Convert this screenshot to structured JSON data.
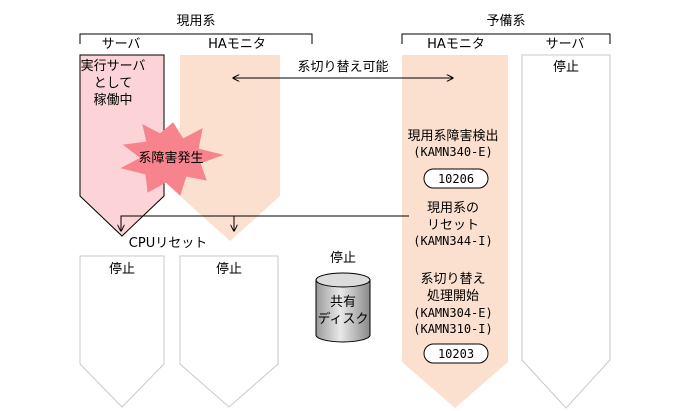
{
  "groups": {
    "active": "現用系",
    "standby": "予備系"
  },
  "columns": {
    "active_server": "サーバ",
    "active_monitor": "HAモニタ",
    "standby_monitor": "HAモニタ",
    "standby_server": "サーバ"
  },
  "active_server_status": [
    "実行サーバ",
    "として",
    "稼働中"
  ],
  "failure_burst": "系障害発生",
  "switchable": "系切り替え可能",
  "standby_server_status": "停止",
  "detect": {
    "lines": [
      "現用系障害検出",
      "(KAMN340-E)"
    ],
    "code": "10206"
  },
  "reset_msg": [
    "現用系の",
    "リセット",
    "(KAMN344-I)"
  ],
  "switch_msg": {
    "lines": [
      "系切り替え",
      "処理開始",
      "(KAMN304-E)",
      "(KAMN310-I)"
    ],
    "code": "10203"
  },
  "cpu_reset": "CPUリセット",
  "stopped_server": "停止",
  "stopped_monitor": "停止",
  "disk": {
    "status": "停止",
    "label": [
      "共有",
      "ディスク"
    ]
  },
  "colors": {
    "server_active": "#fcd3d6",
    "monitor": "#fbe0cf",
    "burst": "#f7838c",
    "outline": "#c9c9c9"
  }
}
